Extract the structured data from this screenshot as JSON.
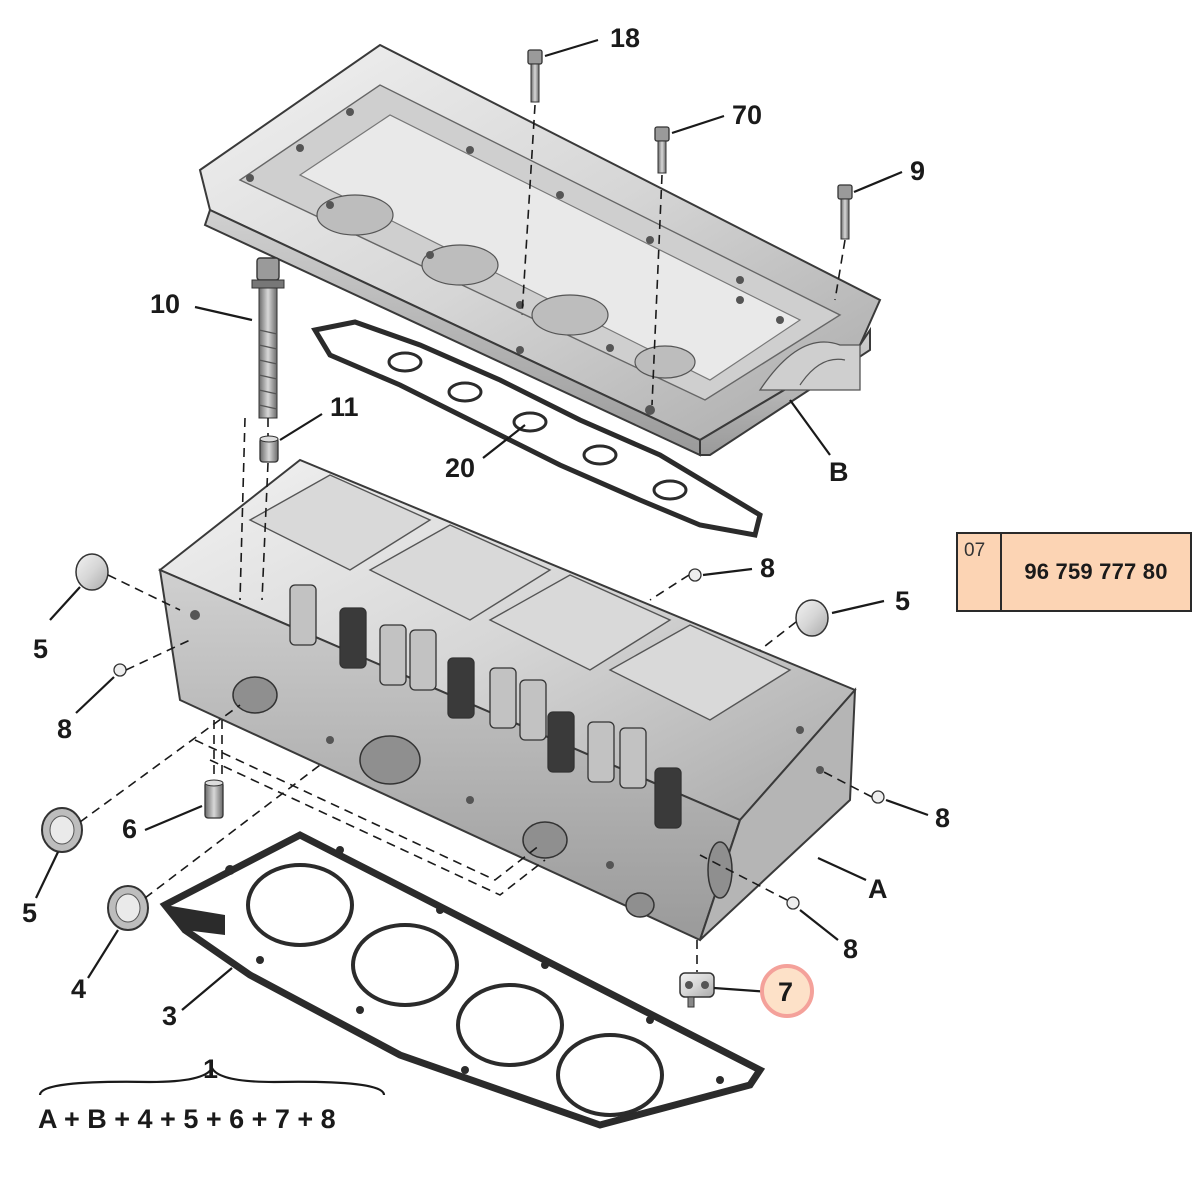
{
  "callouts": {
    "c18": "18",
    "c70": "70",
    "c9": "9",
    "c10": "10",
    "c11": "11",
    "c20": "20",
    "cB": "B",
    "c8_top": "8",
    "c5_right": "5",
    "c5_left_top": "5",
    "c8_left": "8",
    "c8_right_mid": "8",
    "c6": "6",
    "cA": "A",
    "c5_left_bottom": "5",
    "c8_right_low": "8",
    "c4": "4",
    "c7": "7",
    "c3": "3",
    "c1": "1"
  },
  "kit_formula": "A + B + 4 + 5 + 6 + 7 + 8",
  "reference": {
    "code": "07",
    "part_number": "96 759 777 80"
  },
  "colors": {
    "highlight": "#f4a19a",
    "highlight_fill": "#fde1c8",
    "metal_light": "#e6e6e6",
    "metal_mid": "#c9c9c9",
    "metal_dark": "#8a8a8a",
    "gasket": "#2b2b2b",
    "box_fill": "#fcd4b4"
  }
}
